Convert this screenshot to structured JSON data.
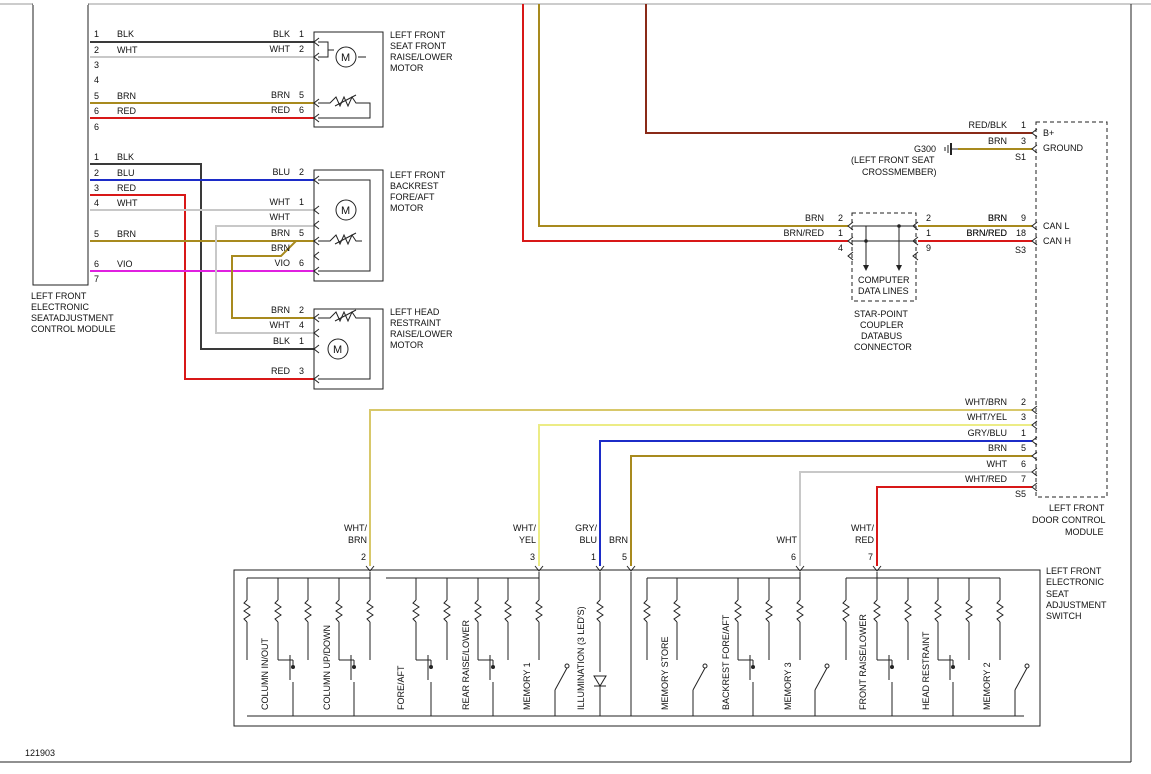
{
  "diagram_id": "121903",
  "colors": {
    "BLK": "#3a3a3a",
    "WHT": "#c8c8c8",
    "BRN": "#a88a1e",
    "RED": "#d81818",
    "BLU": "#1c2cc8",
    "VIO": "#e020e0",
    "YEL": "#ecec86",
    "REDBLK": "#8a2a18"
  },
  "components": {
    "seat_module": [
      "LEFT FRONT",
      "ELECTRONIC",
      "SEATADJUSTMENT",
      "CONTROL MODULE"
    ],
    "seat_front_motor": [
      "LEFT FRONT",
      "SEAT FRONT",
      "RAISE/LOWER",
      "MOTOR"
    ],
    "backrest_motor": [
      "LEFT FRONT",
      "BACKREST",
      "FORE/AFT",
      "MOTOR"
    ],
    "head_restraint_motor": [
      "LEFT HEAD",
      "RESTRAINT",
      "RAISE/LOWER",
      "MOTOR"
    ],
    "star_point": [
      "STAR-POINT",
      "COUPLER",
      "DATABUS",
      "CONNECTOR"
    ],
    "computer_datalines": [
      "COMPUTER",
      "DATA LINES"
    ],
    "door_module": [
      "LEFT FRONT",
      "DOOR CONTROL",
      "MODULE"
    ],
    "ground_point": [
      "G300",
      "(LEFT FRONT SEAT",
      "CROSSMEMBER)"
    ],
    "switch": [
      "LEFT FRONT",
      "ELECTRONIC",
      "SEAT",
      "ADJUSTMENT",
      "SWITCH"
    ]
  },
  "module_pins_top": [
    "1",
    "2",
    "3",
    "4",
    "5",
    "6",
    "6"
  ],
  "module_pins_bottom": [
    "1",
    "2",
    "3",
    "4",
    "5",
    "6",
    "7"
  ],
  "wires_left": [
    {
      "pin": "1",
      "name": "BLK"
    },
    {
      "pin": "2",
      "name": "WHT"
    },
    {
      "pin": "5",
      "name": "BRN"
    },
    {
      "pin": "6",
      "name": "RED"
    },
    {
      "pin": "1",
      "name": "BLK"
    },
    {
      "pin": "2",
      "name": "BLU"
    },
    {
      "pin": "3",
      "name": "RED"
    },
    {
      "pin": "4",
      "name": "WHT"
    },
    {
      "pin": "5",
      "name": "BRN"
    },
    {
      "pin": "6",
      "name": "VIO"
    }
  ],
  "motor_pins": {
    "m1": [
      {
        "name": "BLK",
        "pin": "1"
      },
      {
        "name": "WHT",
        "pin": "2"
      },
      {
        "name": "BRN",
        "pin": "5"
      },
      {
        "name": "RED",
        "pin": "6"
      }
    ],
    "m2": [
      {
        "name": "BLU",
        "pin": "2"
      },
      {
        "name": "WHT",
        "pin": "1"
      },
      {
        "name": "WHT",
        "pin": ""
      },
      {
        "name": "BRN",
        "pin": "5"
      },
      {
        "name": "BRN",
        "pin": ""
      },
      {
        "name": "VIO",
        "pin": "6"
      }
    ],
    "m3": [
      {
        "name": "BRN",
        "pin": "2"
      },
      {
        "name": "WHT",
        "pin": "4"
      },
      {
        "name": "BLK",
        "pin": "1"
      },
      {
        "name": "RED",
        "pin": "3"
      }
    ]
  },
  "door_pins": {
    "p1": {
      "name": "RED/BLK",
      "pin": "1",
      "func": "B+"
    },
    "p3": {
      "name": "BRN",
      "pin": "3",
      "func": "GROUND"
    },
    "s1": "S1",
    "p9": {
      "name": "BRN",
      "pin": "9",
      "func": "CAN L"
    },
    "p18": {
      "name": "BRN/RED",
      "pin": "18",
      "func": "CAN H"
    },
    "s3": "S3",
    "sw": [
      {
        "name": "WHT/BRN",
        "pin": "2"
      },
      {
        "name": "WHT/YEL",
        "pin": "3"
      },
      {
        "name": "GRY/BLU",
        "pin": "1"
      },
      {
        "name": "BRN",
        "pin": "5"
      },
      {
        "name": "WHT",
        "pin": "6"
      },
      {
        "name": "WHT/RED",
        "pin": "7"
      }
    ],
    "s5": "S5"
  },
  "star_left": [
    {
      "name": "BRN",
      "pin": "2"
    },
    {
      "name": "BRN/RED",
      "pin": "1"
    },
    {
      "name": "",
      "pin": "4"
    }
  ],
  "star_right": [
    {
      "name": "BRN",
      "pin": "2"
    },
    {
      "name": "BRN/RED",
      "pin": "1"
    },
    {
      "name": "",
      "pin": "9"
    }
  ],
  "switch_inputs": [
    {
      "name1": "WHT/",
      "name2": "BRN",
      "pin": "2"
    },
    {
      "name1": "WHT/",
      "name2": "YEL",
      "pin": "3"
    },
    {
      "name1": "GRY/",
      "name2": "BLU",
      "pin": "1"
    },
    {
      "name1": "",
      "name2": "BRN",
      "pin": "5"
    },
    {
      "name1": "",
      "name2": "WHT",
      "pin": "6"
    },
    {
      "name1": "WHT/",
      "name2": "RED",
      "pin": "7"
    }
  ],
  "switch_functions": [
    "COLUMN IN/OUT",
    "COLUMN UP/DOWN",
    "FORE/AFT",
    "REAR RAISE/LOWER",
    "MEMORY 1",
    "ILLUMINATION (3 LED'S)",
    "MEMORY STORE",
    "BACKREST FORE/AFT",
    "MEMORY 3",
    "FRONT RAISE/LOWER",
    "HEAD RESTRAINT",
    "MEMORY 2"
  ]
}
